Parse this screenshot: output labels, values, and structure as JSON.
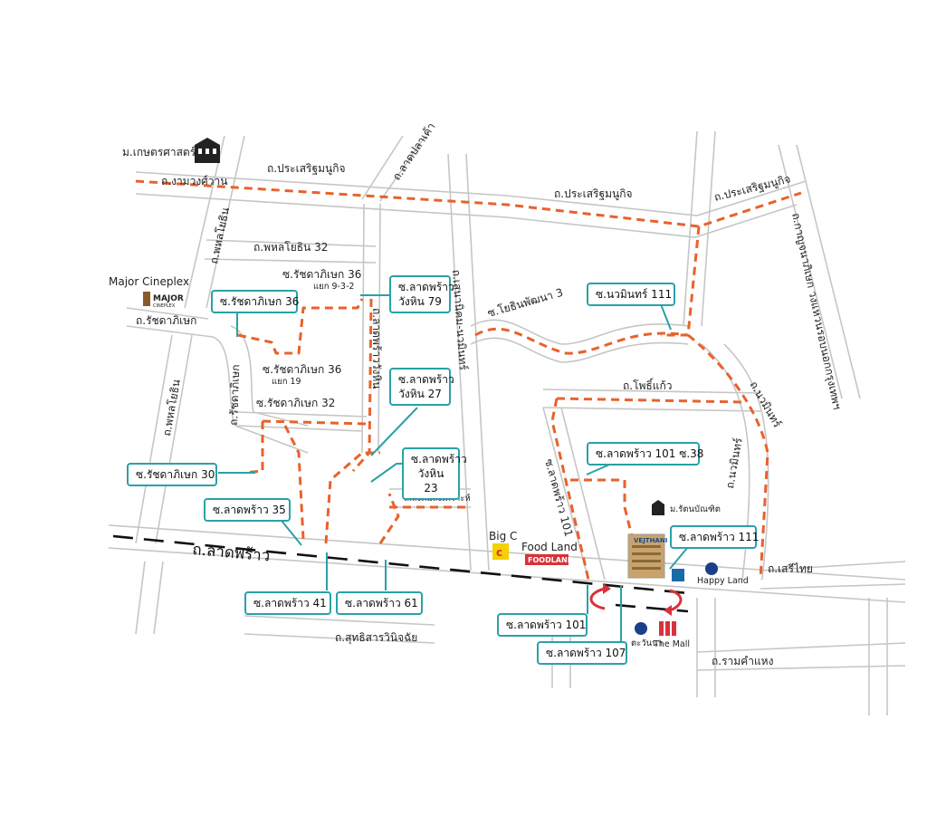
{
  "road_labels": {
    "ngamwongwan": "ถ.งามวงศ์วาน",
    "prasert1": "ถ.ประเสริฐมนูกิจ",
    "prasert2": "ถ.ประเสริฐมนูกิจ",
    "prasert3": "ถ.ประเสริฐมนูกิจ",
    "ladplakhao": "ถ.ลาดปลาเค้า",
    "phahol32": "ถ.พหลโยธิน 32",
    "phahol_left_top": "ถ.พหลโยธิน",
    "phahol_left_bottom": "ถ.พหลโยธิน",
    "ratchada": "ถ.รัชดาภิเษก",
    "ratchada36": "ซ.รัชดาภิเษก 36",
    "ratchada36_sub": "แยก 9-3-2",
    "ratchada36b": "ซ.รัชดาภิเษก 36",
    "ratchada36b_sub": "แยก 19",
    "ratchada32": "ซ.รัชดาภิเษก 32",
    "ratchadasoi": "ถ.รัชดาภิเษก",
    "ladprao_wanghin": "ถ.ลาดพร้าววังหิน",
    "sanay": "ถ.เสนานิคม-นวมินทร์",
    "yothin3": "ซ.โยธินพัฒนา 3",
    "pho_kaeo": "ถ.โพธิ์แก้ว",
    "nawamin_r1": "ถ.นวมินทร์",
    "nawamin_r2": "ถ.นวมินทร์",
    "kanchana": "ถ.กาญจนาภิเษก วงแหวนรอบนอกกรุงเทพฯ",
    "sangkhom": "ถ.สังคมสงเคราะห์",
    "ladprao101": "ซ.ลาดพร้าว 101",
    "ladprao_main": "ถ.ลาดพร้าว",
    "sukhothai": "ถ.สุทธิสารวินิจฉัย",
    "seri_thai": "ถ.เสรีไทย",
    "ramkhamhaeng": "ถ.รามคำแหง"
  },
  "landmarks": {
    "kasetsart": "ม.เกษตรศาสตร์",
    "major": "Major Cineplex",
    "major_logo": "MAJOR",
    "major_logo_sub": "CINEPLEX",
    "bigc": "Big C",
    "foodland": "Food Land",
    "foodland_logo": "FOODLAND",
    "rattana": "ม.รัตนบัณฑิต",
    "happyland": "Happy Land",
    "mall": "The Mall",
    "mall_sub": "ตะวันนา",
    "hospital": "VEJTHANI"
  },
  "callouts": {
    "ratchada36": "ซ.รัชดาภิเษก 36",
    "ladprao_wh79_a": "ซ.ลาดพร้าว",
    "ladprao_wh79_b": "วังหิน 79",
    "ladprao_wh27_a": "ซ.ลาดพร้าว",
    "ladprao_wh27_b": "วังหิน 27",
    "ladprao_wh23_a": "ซ.ลาดพร้าว",
    "ladprao_wh23_b": "วังหิน 23",
    "nawamin111": "ซ.นวมินทร์ 111",
    "ladprao101_38": "ซ.ลาดพร้าว 101 ซ.38",
    "ratchada30": "ซ.รัชดาภิเษก 30",
    "ladprao35": "ซ.ลาดพร้าว 35",
    "ladprao111": "ซ.ลาดพร้าว 111",
    "ladprao41": "ซ.ลาดพร้าว 41",
    "ladprao61": "ซ.ลาดพร้าว 61",
    "ladprao101": "ซ.ลาดพร้าว 101",
    "ladprao107": "ซ.ลาดพร้าว 107"
  },
  "colors": {
    "route": "#e8622c",
    "callout": "#2aa1a7",
    "road": "#c6c6c6",
    "u_turn": "#d8323a"
  }
}
